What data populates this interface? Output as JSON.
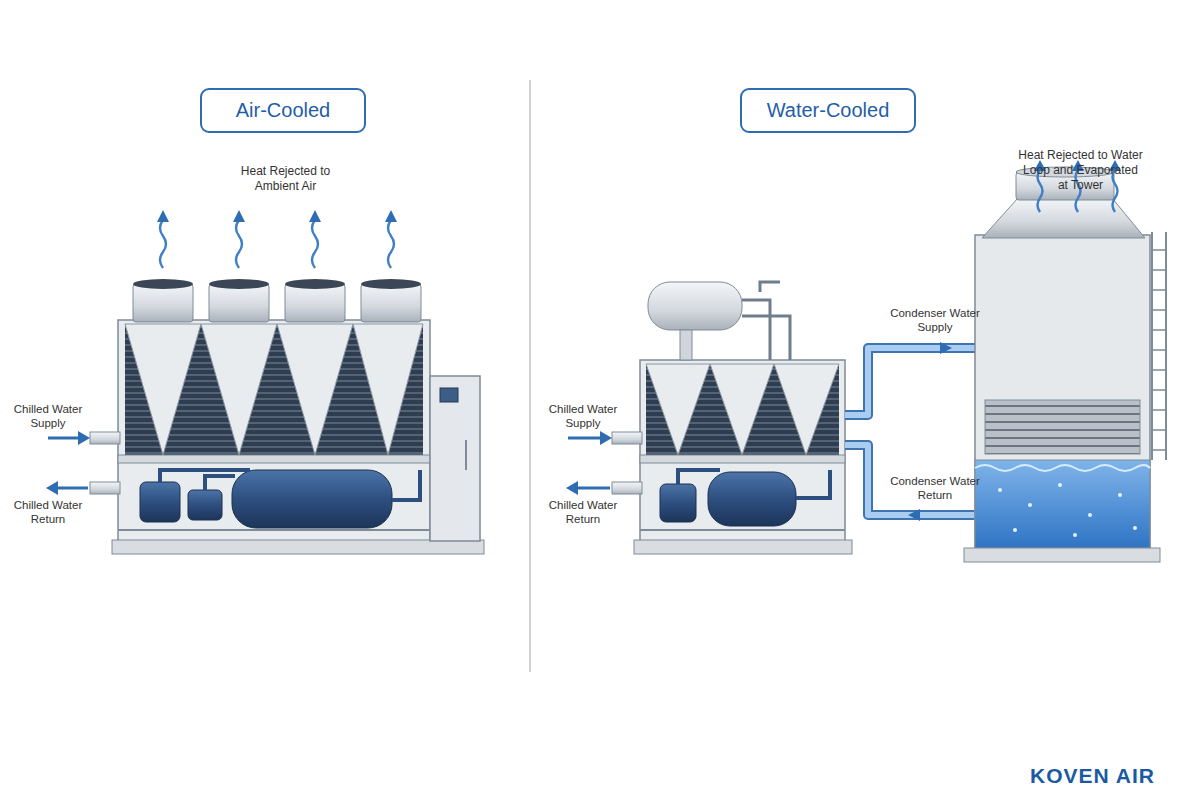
{
  "diagram": {
    "nodes": [
      {
        "text": [
          "Air-Cooled"
        ]
      },
      {
        "text": [
          "Water-Cooled"
        ]
      }
    ],
    "labels": [
      "Heat Rejected to Ambient Air",
      "Chilled Water Supply",
      "Chilled Water Return",
      "Heat Rejected to Water Loop and Evaporated at Tower",
      "Condenser Water Supply",
      "Condenser Water Return",
      "Chilled Water Supply",
      "Chilled Water Return",
      "KOVEN AIR"
    ]
  }
}
